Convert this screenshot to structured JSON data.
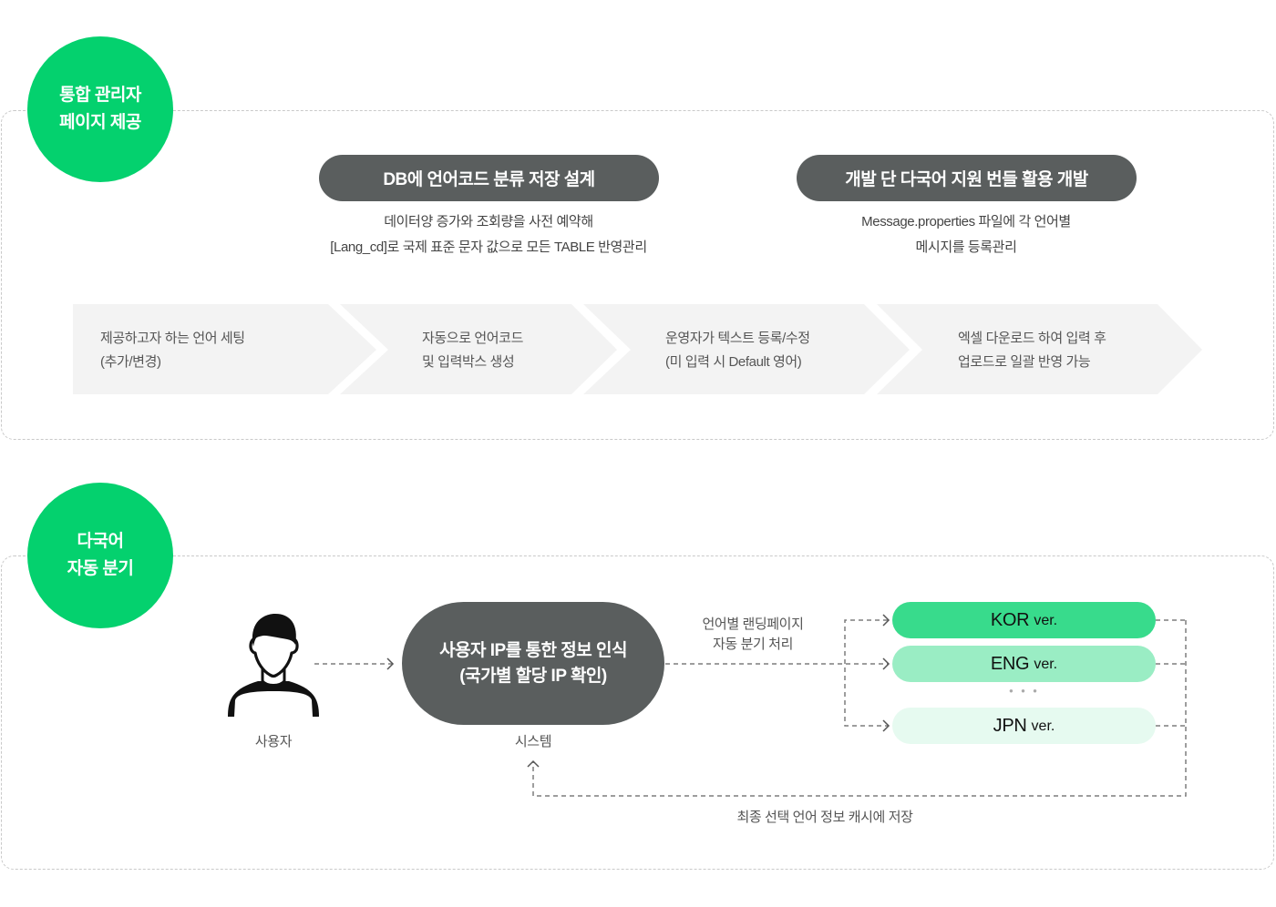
{
  "admin_section": {
    "badge": {
      "line1": "통합 관리자",
      "line2": "페이지 제공",
      "color": "#04d16e"
    },
    "features": [
      {
        "title": "DB에 언어코드 분류 저장 설계",
        "desc_line1": "데이터양 증가와 조회량을 사전 예약해",
        "desc_line2": "[Lang_cd]로 국제 표준 문자 값으로 모든 TABLE 반영관리"
      },
      {
        "title": "개발 단 다국어 지원 번들 활용 개발",
        "desc_line1": "Message.properties 파일에 각 언어별",
        "desc_line2": "메시지를 등록관리"
      }
    ],
    "steps": [
      {
        "line1": "제공하고자 하는 언어 세팅",
        "line2": "(추가/변경)"
      },
      {
        "line1": "자동으로 언어코드",
        "line2": "및 입력박스 생성"
      },
      {
        "line1": "운영자가 텍스트 등록/수정",
        "line2": "(미 입력 시 Default 영어)"
      },
      {
        "line1": "엑셀 다운로드 하여 입력 후",
        "line2": "업로드로 일괄 반영 가능"
      }
    ]
  },
  "branch_section": {
    "badge": {
      "line1": "다국어",
      "line2": "자동 분기",
      "color": "#04d16e"
    },
    "user": {
      "label": "사용자",
      "icon": "user-icon"
    },
    "system": {
      "line1": "사용자 IP를 통한 정보 인식",
      "line2": "(국가별 할당 IP 확인)",
      "label": "시스템"
    },
    "branch_label": {
      "line1": "언어별 랜딩페이지",
      "line2": "자동 분기 처리"
    },
    "versions": [
      {
        "code": "KOR",
        "suffix": "ver.",
        "color": "#38db8c"
      },
      {
        "code": "ENG",
        "suffix": "ver.",
        "color": "#9aedc4"
      },
      {
        "code": "JPN",
        "suffix": "ver.",
        "color": "#e6faf0"
      }
    ],
    "ellipsis": "● ● ●",
    "cache_label": "최종 선택 언어 정보 캐시에 저장"
  },
  "colors": {
    "accent_green": "#04d16e",
    "dark_pill": "#5a5e5e",
    "step_bg": "#f3f3f3",
    "dashed_border": "#c9c9c9",
    "connector": "#7d7d7d"
  }
}
